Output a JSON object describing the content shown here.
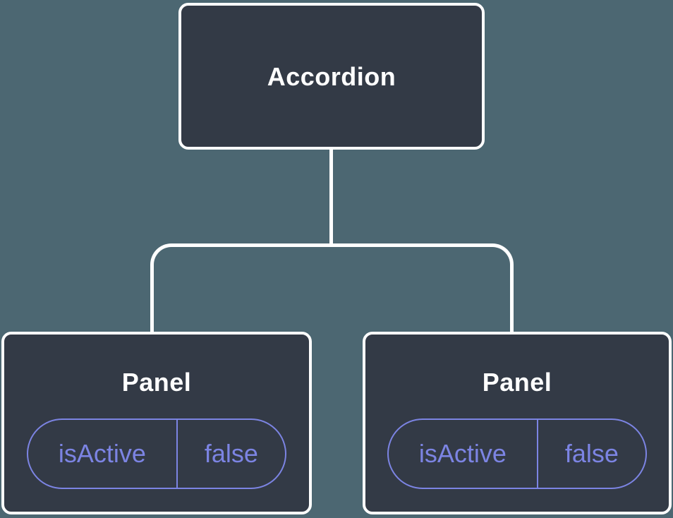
{
  "theme": {
    "canvas-bg": "#4C6772",
    "node-bg": "#333A46",
    "node-border": "#FFFFFF",
    "connector": "#FFFFFF",
    "accent": "#7C84E3",
    "title-color": "#FFFFFF"
  },
  "tree": {
    "root": {
      "label": "Accordion"
    },
    "children": [
      {
        "label": "Panel",
        "state": {
          "name": "isActive",
          "value": "false"
        }
      },
      {
        "label": "Panel",
        "state": {
          "name": "isActive",
          "value": "false"
        }
      }
    ]
  }
}
